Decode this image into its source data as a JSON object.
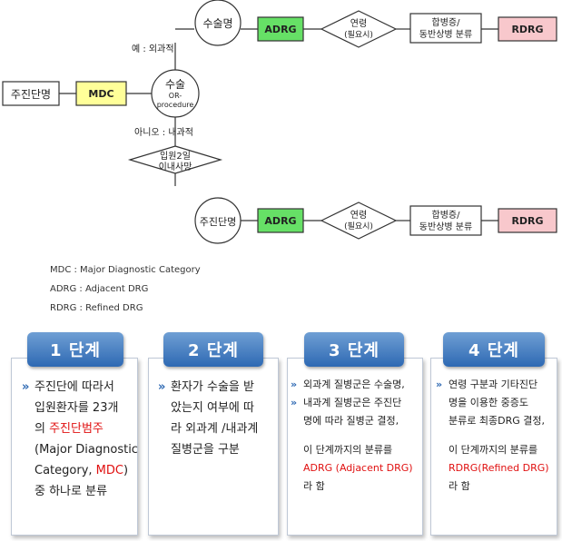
{
  "flow": {
    "main_diagnosis": "주진단명",
    "mdc": "MDC",
    "surgery_line1": "수술",
    "surgery_line2": "OR-",
    "surgery_line3": "procedure",
    "yes_label": "예 : 외과적",
    "no_label": "아니오 : 내과적",
    "surgery_name": "수술명",
    "adrg_top": "ADRG",
    "age_top_line1": "연령",
    "age_top_line2": "(필요시)",
    "comorbid_top_line1": "합병증/",
    "comorbid_top_line2": "동반상병 분류",
    "rdrg_top": "RDRG",
    "admission_line1": "입원2일",
    "admission_line2": "이내사망",
    "main_diagnosis_bottom": "주진단명",
    "adrg_bottom": "ADRG",
    "age_bottom_line1": "연령",
    "age_bottom_line2": "(필요시)",
    "comorbid_bottom_line1": "합병증/",
    "comorbid_bottom_line2": "동반상병 분류",
    "rdrg_bottom": "RDRG",
    "colors": {
      "adrg": "#66e066",
      "rdrg": "#f8c8cc",
      "mdc": "#ffff99"
    }
  },
  "legend": {
    "mdc": "MDC : Major Diagnostic  Category",
    "adrg": "ADRG : Adjacent DRG",
    "rdrg": "RDRG : Refined DRG"
  },
  "stages": [
    {
      "title": "1 단계",
      "l1": "주진단에 따라서",
      "l2": "입원환자를 23개",
      "l3a": "의 ",
      "l3b": "주진단범주",
      "l4": "(Major Diagnostic",
      "l5a": "Category, ",
      "l5b": "MDC",
      "l5c": ")",
      "l6": "중 하나로 분류"
    },
    {
      "title": "2 단계",
      "l1": "환자가 수술을 받",
      "l2": "았는지 여부에 따",
      "l3": "라 외과계 /내과계",
      "l4": "질병군을 구분"
    },
    {
      "title": "3 단계",
      "l1": "외과계 질병군은 수술명,",
      "l2": "내과계 질병군은 주진단",
      "l3": "명에 따라 질병군 결정,",
      "l4": "이 단계까지의 분류를",
      "l5": "ADRG (Adjacent DRG)",
      "l6": "라 함"
    },
    {
      "title": "4 단계",
      "l1": "연령 구분과 기타진단",
      "l2": "명을 이용한 중증도",
      "l3": "분류로 최종DRG 결정,",
      "l4": "이 단계까지의 분류를",
      "l5": "RDRG(Refined DRG)",
      "l6": "라 함"
    }
  ],
  "bullet_glyph": "»"
}
